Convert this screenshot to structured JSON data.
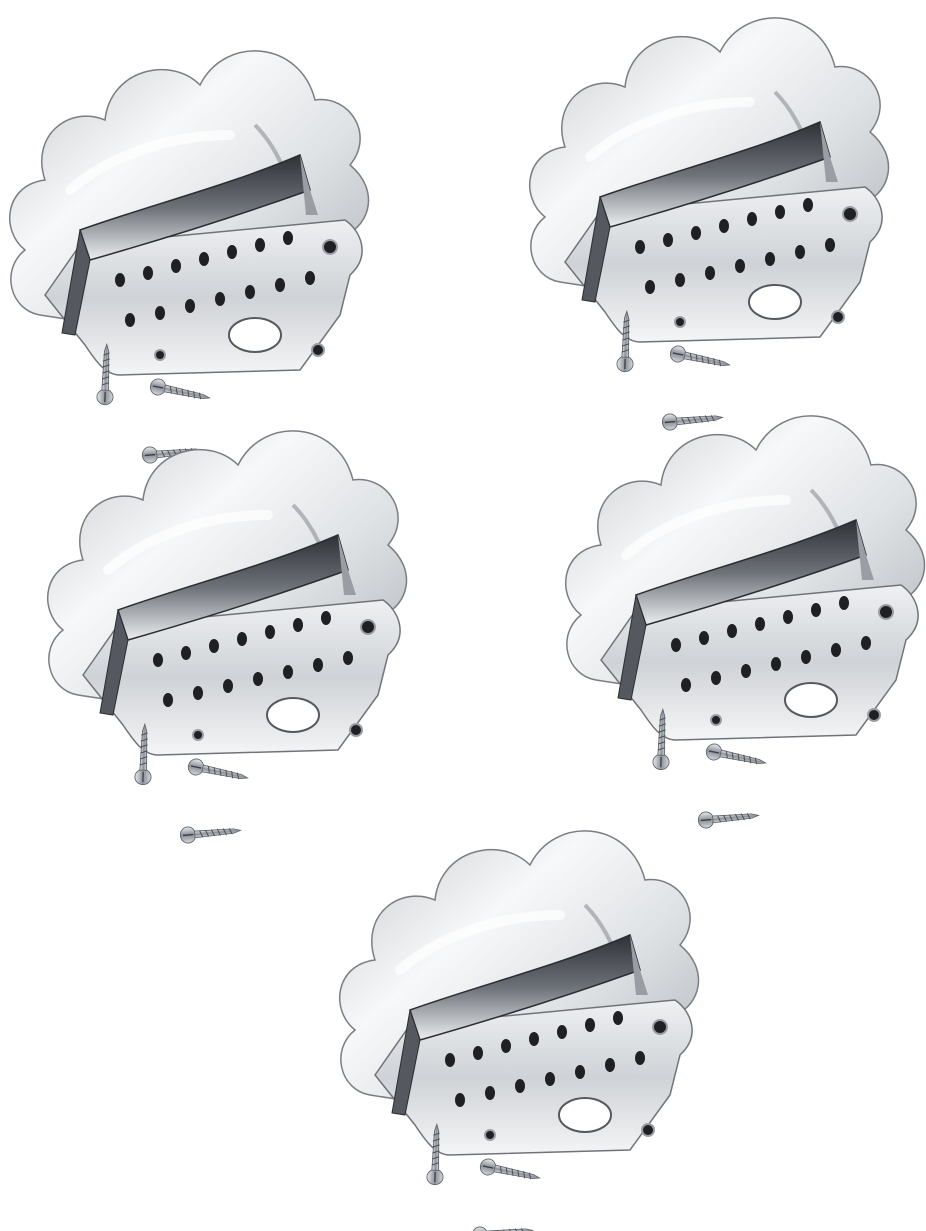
{
  "photo": {
    "subject": "chrome-tailpiece-with-screws",
    "item_count": 5,
    "screws_per_item": 3,
    "colors": {
      "background": "#ffffff",
      "chrome_light": "#f7f8f9",
      "chrome_mid": "#c9ccd0",
      "chrome_dark": "#3a3d42",
      "hole_shadow": "#1e2024"
    }
  }
}
